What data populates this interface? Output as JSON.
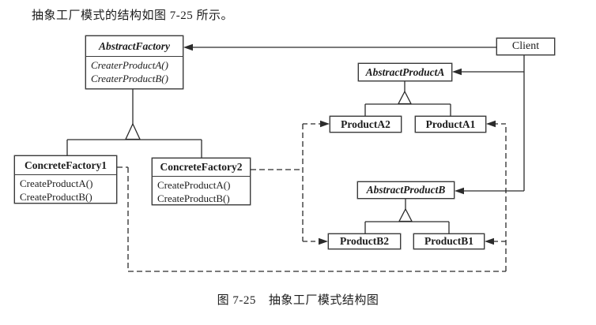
{
  "page": {
    "intro_text": "抽象工厂模式的结构如图 7-25 所示。",
    "caption_label": "图 7-25",
    "caption_title": "抽象工厂模式结构图"
  },
  "colors": {
    "line": "#2b2b2b",
    "text": "#1c1c1c",
    "box_background": "#ffffff",
    "page_background": "#ffffff"
  },
  "classes": {
    "abstract_factory": {
      "name": "AbstractFactory",
      "methods": [
        "CreaterProductA()",
        "CreaterProductB()"
      ]
    },
    "client": {
      "name": "Client"
    },
    "abstract_product_a": {
      "name": "AbstractProductA"
    },
    "product_a2": {
      "name": "ProductA2"
    },
    "product_a1": {
      "name": "ProductA1"
    },
    "concrete_factory1": {
      "name": "ConcreteFactory1",
      "methods": [
        "CreateProductA()",
        "CreateProductB()"
      ]
    },
    "concrete_factory2": {
      "name": "ConcreteFactory2",
      "methods": [
        "CreateProductA()",
        "CreateProductB()"
      ]
    },
    "abstract_product_b": {
      "name": "AbstractProductB"
    },
    "product_b2": {
      "name": "ProductB2"
    },
    "product_b1": {
      "name": "ProductB1"
    }
  },
  "relationships": [
    {
      "from": "Client",
      "to": "AbstractFactory",
      "type": "association-arrow"
    },
    {
      "from": "Client",
      "to": "AbstractProductA",
      "type": "association-arrow"
    },
    {
      "from": "Client",
      "to": "AbstractProductB",
      "type": "association-arrow"
    },
    {
      "from": "ConcreteFactory1",
      "to": "AbstractFactory",
      "type": "generalization"
    },
    {
      "from": "ConcreteFactory2",
      "to": "AbstractFactory",
      "type": "generalization"
    },
    {
      "from": "ProductA2",
      "to": "AbstractProductA",
      "type": "generalization"
    },
    {
      "from": "ProductA1",
      "to": "AbstractProductA",
      "type": "generalization"
    },
    {
      "from": "ProductB2",
      "to": "AbstractProductB",
      "type": "generalization"
    },
    {
      "from": "ProductB1",
      "to": "AbstractProductB",
      "type": "generalization"
    },
    {
      "from": "ConcreteFactory1",
      "to": "ProductA1",
      "type": "dashed-dependency"
    },
    {
      "from": "ConcreteFactory1",
      "to": "ProductB1",
      "type": "dashed-dependency"
    },
    {
      "from": "ConcreteFactory2",
      "to": "ProductA2",
      "type": "dashed-dependency"
    },
    {
      "from": "ConcreteFactory2",
      "to": "ProductB2",
      "type": "dashed-dependency"
    }
  ]
}
